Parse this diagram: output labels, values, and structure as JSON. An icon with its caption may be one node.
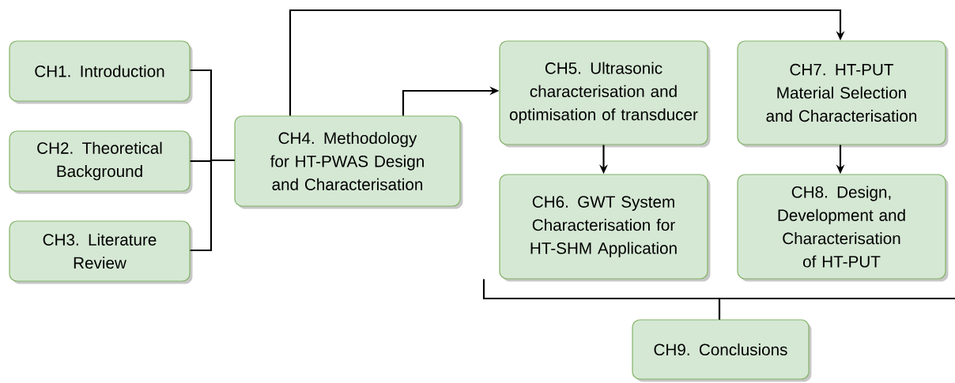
{
  "diagram": {
    "nodes": [
      {
        "text": [
          "CH1. Introduction"
        ]
      },
      {
        "text": [
          "CH2. Theoretical Background"
        ]
      },
      {
        "text": [
          "CH3. Literature Review"
        ]
      },
      {
        "text": [
          "CH4. Methodology for HT-PWAS Design and Characterisation"
        ]
      },
      {
        "text": [
          "CH5. Ultrasonic characterisation and optimisation of transducer"
        ]
      },
      {
        "text": [
          "CH6. GWT System Characterisation for HT-SHM Application"
        ]
      },
      {
        "text": [
          "CH7. HT-PUT Material Selection and Characterisation"
        ]
      },
      {
        "text": [
          "CH8. Design, Development and Characterisation of HT-PUT"
        ]
      },
      {
        "text": [
          "CH9. Conclusions"
        ]
      }
    ],
    "edges": [
      {
        "from": 0,
        "to": 3,
        "arrow": "none"
      },
      {
        "from": 1,
        "to": 3,
        "arrow": "none"
      },
      {
        "from": 2,
        "to": 3,
        "arrow": "none"
      },
      {
        "from": 3,
        "to": 4,
        "arrow": "to"
      },
      {
        "from": 3,
        "to": 6,
        "arrow": "to"
      },
      {
        "from": 4,
        "to": 5,
        "arrow": "to"
      },
      {
        "from": 6,
        "to": 7,
        "arrow": "to"
      },
      {
        "from": 5,
        "to": 8,
        "arrow": "none"
      },
      {
        "from": 7,
        "to": 8,
        "arrow": "none"
      }
    ]
  }
}
